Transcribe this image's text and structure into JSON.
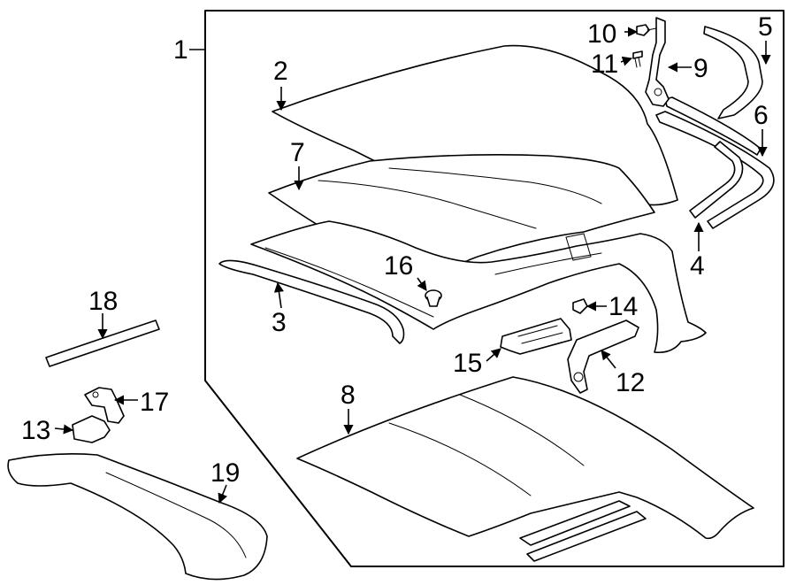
{
  "callouts": {
    "c1": "1",
    "c2": "2",
    "c3": "3",
    "c4": "4",
    "c5": "5",
    "c6": "6",
    "c7": "7",
    "c8": "8",
    "c9": "9",
    "c10": "10",
    "c11": "11",
    "c12": "12",
    "c13": "13",
    "c14": "14",
    "c15": "15",
    "c16": "16",
    "c17": "17",
    "c18": "18",
    "c19": "19"
  },
  "colors": {
    "line": "#000000",
    "background": "#ffffff"
  }
}
